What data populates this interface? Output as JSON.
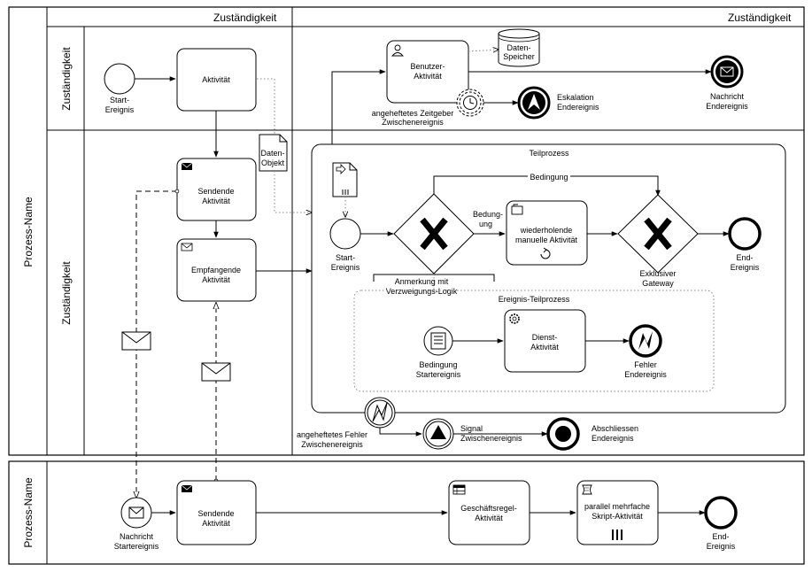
{
  "pools": [
    {
      "label": "Prozess-Name",
      "lanes": [
        "Zuständigkeit",
        "Zuständigkeit"
      ]
    },
    {
      "label": "Prozess-Name"
    }
  ],
  "column_headers": [
    "Zuständigkeit",
    "Zuständigkeit"
  ],
  "tasks": {
    "aktivitaet": "Aktivität",
    "sendende1": [
      "Sendende",
      "Aktivität"
    ],
    "empfangende": [
      "Empfangende",
      "Aktivität"
    ],
    "benutzer": [
      "Benutzer-",
      "Aktivität"
    ],
    "wiederholende": [
      "wiederholende",
      "manuelle Aktivität"
    ],
    "dienst": [
      "Dienst-",
      "Aktivität"
    ],
    "sendende2": [
      "Sendende",
      "Aktivität"
    ],
    "geschaeftsregel": [
      "Geschäftsregel-",
      "Aktivität"
    ],
    "skript": [
      "parallel mehrfache",
      "Skript-Aktivität"
    ]
  },
  "events": {
    "start": [
      "Start-",
      "Ereignis"
    ],
    "nachricht_end": [
      "Nachricht",
      "Endereignis"
    ],
    "eskalation_end": [
      "Eskalation",
      "Endereignis"
    ],
    "zeitgeber": [
      "angeheftetes Zeitgeber",
      "Zwischenereignis"
    ],
    "sub_start": [
      "Start-",
      "Ereignis"
    ],
    "sub_end": [
      "End-",
      "Ereignis"
    ],
    "bedingung_start": [
      "Bedingung",
      "Startereignis"
    ],
    "fehler_end": [
      "Fehler",
      "Endereignis"
    ],
    "fehler_zw": [
      "angeheftetes Fehler",
      "Zwischenereignis"
    ],
    "signal_zw": [
      "Signal",
      "Zwischenereignis"
    ],
    "abschliessen_end": [
      "Abschliessen",
      "Endereignis"
    ],
    "nachricht_start": [
      "Nachricht",
      "Startereignis"
    ],
    "end2": [
      "End-",
      "Ereignis"
    ]
  },
  "data_store": [
    "Daten-",
    "Speicher"
  ],
  "data_object": [
    "Daten-",
    "Objekt"
  ],
  "subprocess_label": "Teilprozess",
  "event_subprocess_label": "Ereignis-Teilprozess",
  "gateway_label": [
    "Exklusiver",
    "Gateway"
  ],
  "annotation": [
    "Anmerkung mit",
    "Verzweigungs-Logik"
  ],
  "flow_labels": {
    "bedingung_top": "Bedingung",
    "bedingung_split": [
      "Bedung-",
      "ung"
    ]
  }
}
